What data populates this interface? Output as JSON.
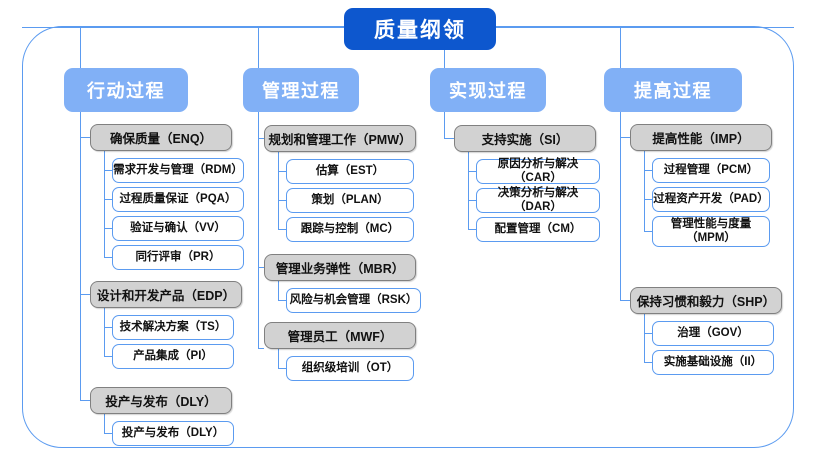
{
  "diagram": {
    "root": {
      "label": "质量纲领",
      "color": "#0d57ce"
    },
    "frame_color": "#5b9bf0",
    "group_color": "#d2d2d2",
    "header_color": "#81b0f6",
    "columns": [
      {
        "header": "行动过程",
        "groups": [
          {
            "label": "确保质量（ENQ）",
            "children": [
              "需求开发与管理（RDM）",
              "过程质量保证（PQA）",
              "验证与确认（VV）",
              "同行评审（PR）"
            ]
          },
          {
            "label": "设计和开发产品（EDP）",
            "children": [
              "技术解决方案（TS）",
              "产品集成（PI）"
            ]
          },
          {
            "label": "投产与发布（DLY）",
            "children": [
              "投产与发布（DLY）"
            ]
          }
        ]
      },
      {
        "header": "管理过程",
        "groups": [
          {
            "label": "规划和管理工作（PMW）",
            "children": [
              "估算（EST）",
              "策划（PLAN）",
              "跟踪与控制（MC）"
            ]
          },
          {
            "label": "管理业务弹性（MBR）",
            "children": [
              "风险与机会管理（RSK）"
            ]
          },
          {
            "label": "管理员工（MWF）",
            "children": [
              "组织级培训（OT）"
            ]
          }
        ]
      },
      {
        "header": "实现过程",
        "groups": [
          {
            "label": "支持实施（SI）",
            "children": [
              "原因分析与解决（CAR）",
              "决策分析与解决（DAR）",
              "配置管理（CM）"
            ]
          }
        ]
      },
      {
        "header": "提高过程",
        "groups": [
          {
            "label": "提高性能（IMP）",
            "children": [
              "过程管理（PCM）",
              "过程资产开发（PAD）",
              "管理性能与度量\n（MPM）"
            ]
          },
          {
            "label": "保持习惯和毅力（SHP）",
            "children": [
              "治理（GOV）",
              "实施基础设施（II）"
            ]
          }
        ]
      }
    ]
  }
}
